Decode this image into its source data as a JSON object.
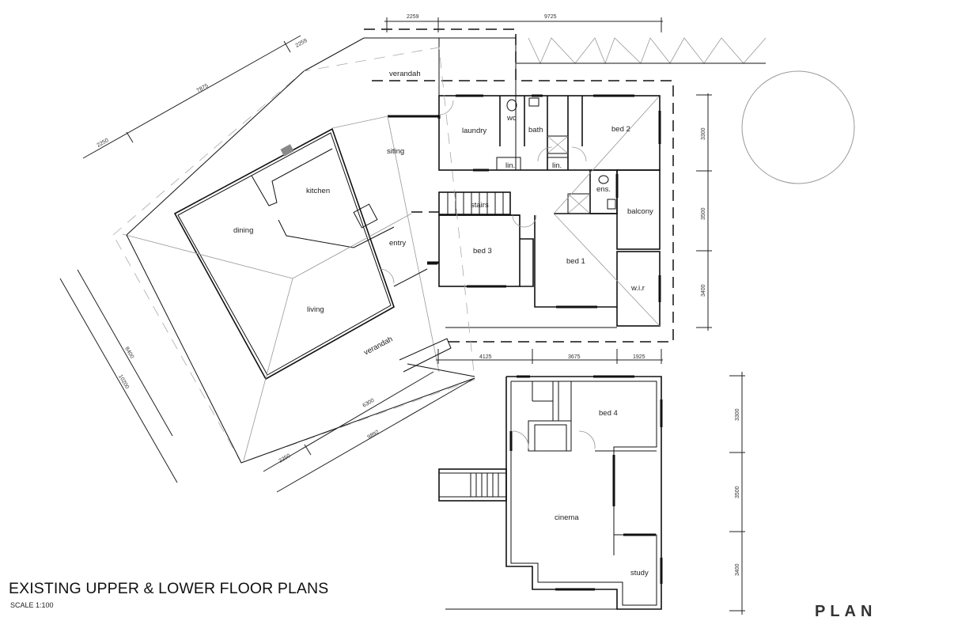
{
  "drawing": {
    "title": "EXISTING UPPER & LOWER FLOOR PLANS",
    "scale": "SCALE 1:100",
    "logo_text": "PLAN"
  },
  "upper_floor": {
    "rooms": {
      "verandah_top": "verandah",
      "laundry": "laundry",
      "wc": "wc",
      "bath": "bath",
      "bed2": "bed 2",
      "lin1": "lin.",
      "lin2": "lin.",
      "ens": "ens.",
      "stairs": "stairs",
      "balcony": "balcony",
      "bed3": "bed 3",
      "bed1": "bed 1",
      "wir": "w.i.r",
      "siting": "siting",
      "kitchen": "kitchen",
      "dining": "dining",
      "entry": "entry",
      "living": "living",
      "verandah_bottom": "verandah"
    },
    "dimensions": {
      "top": [
        "2259",
        "9725"
      ],
      "top_left_diag": [
        "2250",
        "7875",
        "2259"
      ],
      "right": [
        "3300",
        "3500",
        "3400"
      ],
      "bottom": [
        "4125",
        "3675",
        "1925"
      ],
      "left_diag": [
        "8400",
        "10200"
      ],
      "bottom_diag": [
        "2250",
        "6300",
        "9892"
      ]
    }
  },
  "lower_floor": {
    "rooms": {
      "bed4": "bed 4",
      "cinema": "cinema",
      "study": "study"
    },
    "dimensions": {
      "right": [
        "3300",
        "3500",
        "3400"
      ]
    }
  }
}
